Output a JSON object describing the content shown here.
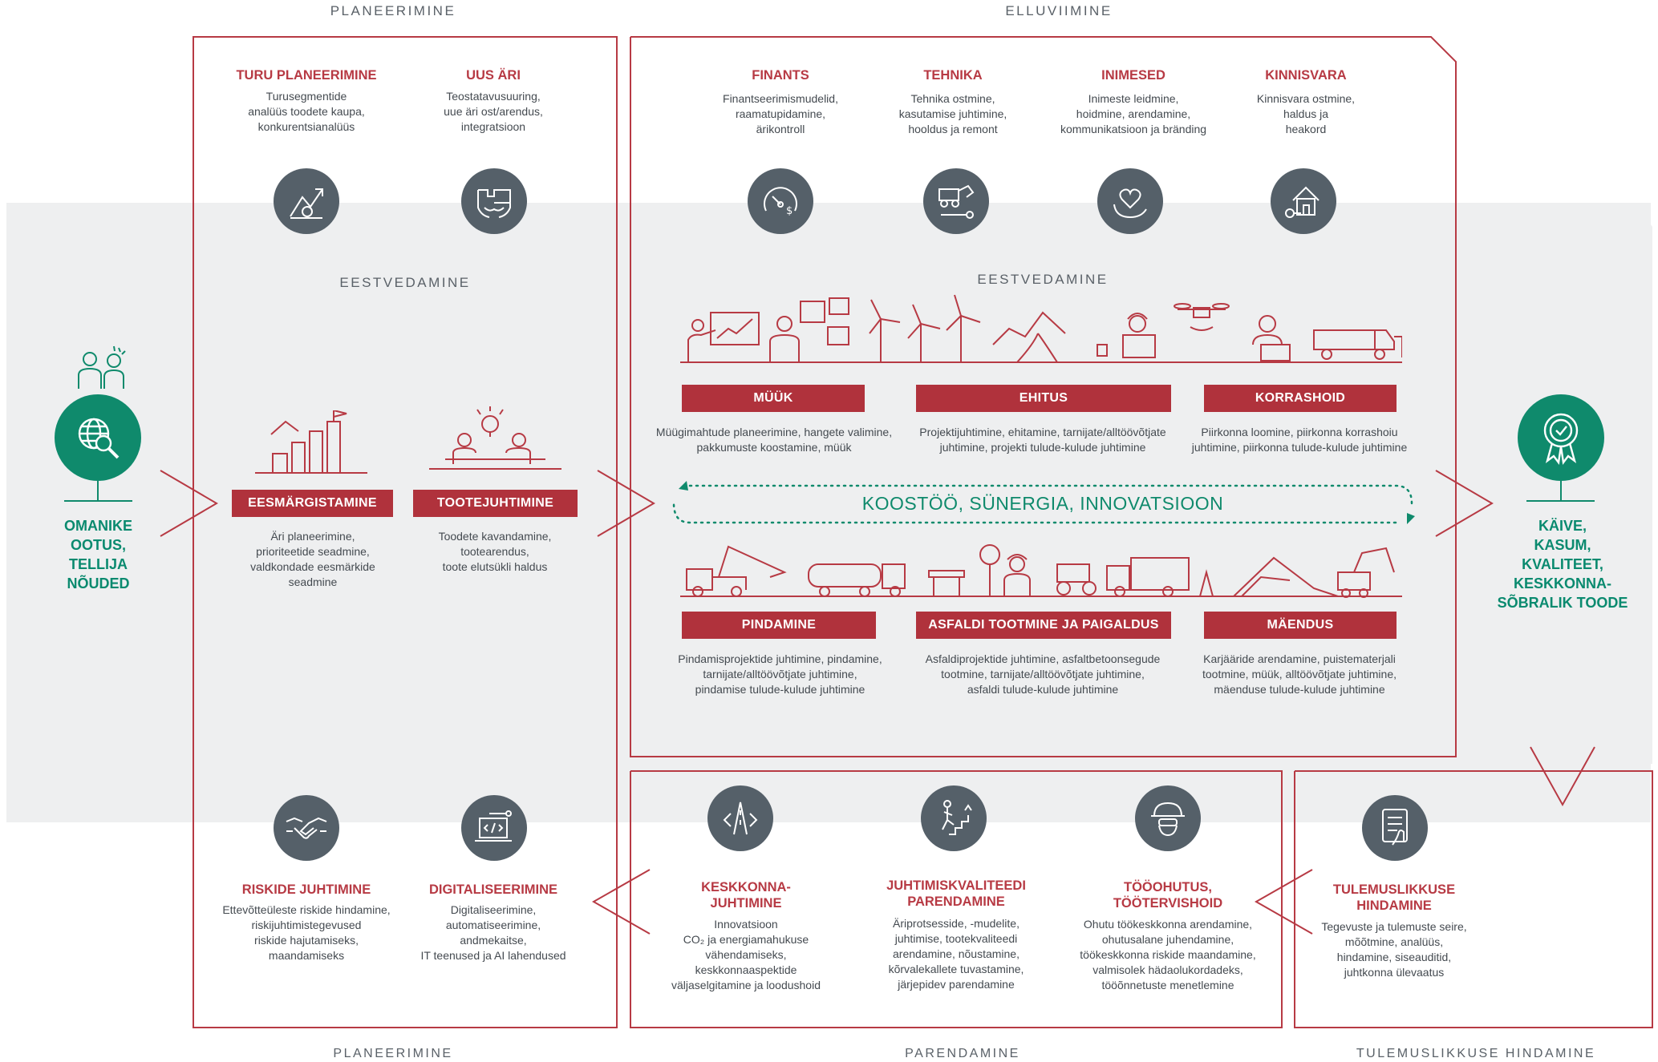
{
  "phases": {
    "planning_top": "PLANEERIMINE",
    "execution_top": "ELLUVIIMINE",
    "planning_bottom": "PLANEERIMINE",
    "improvement_bottom": "PARENDAMINE",
    "evaluation_bottom": "TULEMUSLIKKUSE HINDAMINE"
  },
  "leadership_left": "EESTVEDAMINE",
  "leadership_right": "EESTVEDAMINE",
  "left_node": {
    "label_lines": [
      "OMANIKE",
      "OOTUS,",
      "TELLIJA",
      "NÕUDED"
    ],
    "icon": "globe-search-icon"
  },
  "right_node": {
    "label_lines": [
      "KÄIVE,",
      "KASUM,",
      "KVALITEET,",
      "KESKKONNA-",
      "SÕBRALIK TOODE"
    ],
    "icon": "award-ribbon-icon"
  },
  "planning_support": [
    {
      "title": "TURU PLANEERIMINE",
      "desc": [
        "Turusegmentide",
        "analüüs toodete kaupa,",
        "konkurentsianalüüs"
      ],
      "icon": "growth-chart-icon"
    },
    {
      "title": "UUS ÄRI",
      "desc": [
        "Teostatavusuuring,",
        "uue äri ost/arendus,",
        "integratsioon"
      ],
      "icon": "handshake-puzzle-icon"
    }
  ],
  "execution_support": [
    {
      "title": "FINANTS",
      "desc": [
        "Finantseerimismudelid,",
        "raamatupidamine,",
        "ärikontroll"
      ],
      "icon": "gauge-dollar-icon"
    },
    {
      "title": "TEHNIKA",
      "desc": [
        "Tehnika ostmine,",
        "kasutamise juhtimine,",
        "hooldus ja remont"
      ],
      "icon": "machinery-wrench-icon"
    },
    {
      "title": "INIMESED",
      "desc": [
        "Inimeste leidmine,",
        "hoidmine, arendamine,",
        "kommunikatsioon ja bränding"
      ],
      "icon": "hand-heart-icon"
    },
    {
      "title": "KINNISVARA",
      "desc": [
        "Kinnisvara ostmine,",
        "haldus ja",
        "heakord"
      ],
      "icon": "house-key-icon"
    }
  ],
  "leadership_items": [
    {
      "title": "EESMÄRGISTAMINE",
      "desc": [
        "Äri planeerimine,",
        "prioriteetide seadmine,",
        "valdkondade eesmärkide",
        "seadmine"
      ]
    },
    {
      "title": "TOOTEJUHTIMINE",
      "desc": [
        "Toodete kavandamine,",
        "tootearendus,",
        "toote elutsükli haldus"
      ]
    }
  ],
  "operations_top": [
    {
      "title": "MÜÜK",
      "desc": [
        "Müügimahtude planeerimine, hangete valimine,",
        "pakkumuste koostamine, müük"
      ]
    },
    {
      "title": "EHITUS",
      "desc": [
        "Projektijuhtimine, ehitamine, tarnijate/alltöövõtjate",
        "juhtimine, projekti tulude-kulude juhtimine"
      ]
    },
    {
      "title": "KORRASHOID",
      "desc": [
        "Piirkonna loomine, piirkonna korrashoiu",
        "juhtimine, piirkonna tulude-kulude juhtimine"
      ]
    }
  ],
  "synergy": "KOOSTÖÖ, SÜNERGIA, INNOVATSIOON",
  "operations_bottom": [
    {
      "title": "PINDAMINE",
      "desc": [
        "Pindamisprojektide juhtimine, pindamine,",
        "tarnijate/alltöövõtjate juhtimine,",
        "pindamise tulude-kulude juhtimine"
      ]
    },
    {
      "title": "ASFALDI TOOTMINE JA PAIGALDUS",
      "desc": [
        "Asfaldiprojektide juhtimine, asfaltbetoonsegude",
        "tootmine, tarnijate/alltöövõtjate juhtimine,",
        "asfaldi tulude-kulude juhtimine"
      ]
    },
    {
      "title": "MÄENDUS",
      "desc": [
        "Karjääride arendamine, puistematerjali",
        "tootmine, müük, alltöövõtjate juhtimine,",
        "mäenduse tulude-kulude juhtimine"
      ]
    }
  ],
  "planning_bottom_items": [
    {
      "title": "RISKIDE JUHTIMINE",
      "desc": [
        "Ettevõtteüleste riskide hindamine,",
        "riskijuhtimistegevused",
        "riskide hajutamiseks,",
        "maandamiseks"
      ],
      "icon": "handshake-icon"
    },
    {
      "title": "DIGITALISEERIMINE",
      "desc": [
        "Digitaliseerimine,",
        "automatiseerimine,",
        "andmekaitse,",
        "IT teenused ja AI lahendused"
      ],
      "icon": "laptop-code-icon"
    }
  ],
  "improvement_items": [
    {
      "title_lines": [
        "KESKKONNA-",
        "JUHTIMINE"
      ],
      "desc": [
        "Innovatsioon",
        "CO₂ ja energiamahukuse",
        "vähendamiseks,",
        "keskkonnaaspektide",
        "väljaselgitamine ja loodushoid"
      ],
      "icon": "road-leaf-icon"
    },
    {
      "title_lines": [
        "JUHTIMISKVALITEEDI",
        "PARENDAMINE"
      ],
      "desc": [
        "Äriprotsesside, -mudelite,",
        "juhtimise, tootekvaliteedi",
        "arendamine, nõustamine,",
        "kõrvalekallete tuvastamine,",
        "järjepidev parendamine"
      ],
      "icon": "climbing-stairs-icon"
    },
    {
      "title_lines": [
        "TÖÖOHUTUS,",
        "TÖÖTERVISHOID"
      ],
      "desc": [
        "Ohutu töökeskkonna arendamine,",
        "ohutusalane juhendamine,",
        "töökeskkonna riskide maandamine,",
        "valmisolek hädaolukordadeks,",
        "tööõnnetuste menetlemine"
      ],
      "icon": "safety-helmet-icon"
    }
  ],
  "evaluation_item": {
    "title_lines": [
      "TULEMUSLIKKUSE",
      "HINDAMINE"
    ],
    "desc": [
      "Tegevuste ja tulemuste seire,",
      "mõõtmine, analüüs,",
      "hindamine, siseauditid,",
      "juhtkonna ülevaatus"
    ],
    "icon": "tablet-checklist-icon"
  },
  "colors": {
    "accent_red": "#b0323c",
    "green": "#0f8a6c",
    "icon_grey": "#556069",
    "band": "#eeeff0"
  }
}
